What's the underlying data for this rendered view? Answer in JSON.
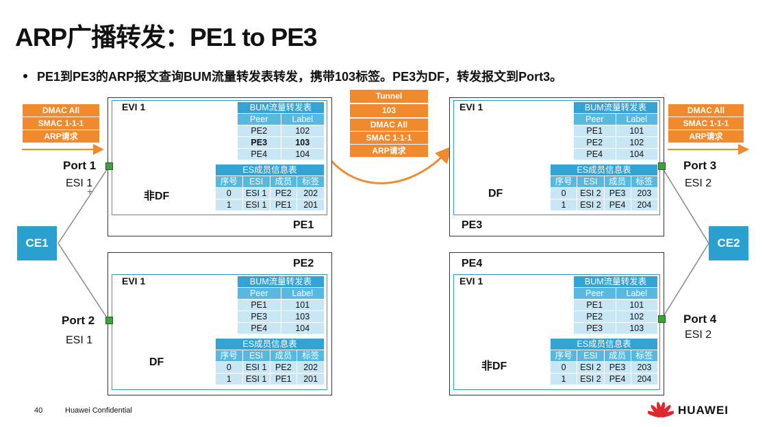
{
  "title": "ARP广播转发：PE1 to PE3",
  "bullet": "PE1到PE3的ARP报文查询BUM流量转发表转发，携带103标签。PE3为DF，转发报文到Port3。",
  "colors": {
    "accent_orange": "#F08A2C",
    "table_header": "#33A3D3",
    "table_cell": "#C8E6F4",
    "ce_box": "#2AA0D0"
  },
  "left_packet": {
    "dmac": "DMAC All",
    "smac": "SMAC 1-1-1",
    "type": "ARP请求"
  },
  "right_packet": {
    "dmac": "DMAC All",
    "smac": "SMAC 1-1-1",
    "type": "ARP请求"
  },
  "tunnel_packet": {
    "tunnel": "Tunnel",
    "label": "103",
    "dmac": "DMAC All",
    "smac": "SMAC 1-1-1",
    "type": "ARP请求"
  },
  "ce1": "CE1",
  "ce2": "CE2",
  "ports": {
    "p1": {
      "name": "Port 1",
      "esi": "ESI 1"
    },
    "p2": {
      "name": "Port 2",
      "esi": "ESI 1"
    },
    "p3": {
      "name": "Port 3",
      "esi": "ESI 2"
    },
    "p4": {
      "name": "Port 4",
      "esi": "ESI 2"
    }
  },
  "bum_header": {
    "title": "BUM流量转发表",
    "peer": "Peer",
    "label": "Label"
  },
  "es_header": {
    "title": "ES成员信息表",
    "seq": "序号",
    "esi": "ESI",
    "member": "成员",
    "tag": "标签"
  },
  "pe1": {
    "name": "PE1",
    "evi": "EVI 1",
    "df": "非DF",
    "bum": [
      {
        "peer": "PE2",
        "label": "102"
      },
      {
        "peer": "PE3",
        "label": "103"
      },
      {
        "peer": "PE4",
        "label": "104"
      }
    ],
    "es": [
      {
        "seq": "0",
        "esi": "ESI 1",
        "member": "PE2",
        "tag": "202"
      },
      {
        "seq": "1",
        "esi": "ESI 1",
        "member": "PE1",
        "tag": "201"
      }
    ]
  },
  "pe2": {
    "name": "PE2",
    "evi": "EVI 1",
    "df": "DF",
    "bum": [
      {
        "peer": "PE1",
        "label": "101"
      },
      {
        "peer": "PE3",
        "label": "103"
      },
      {
        "peer": "PE4",
        "label": "104"
      }
    ],
    "es": [
      {
        "seq": "0",
        "esi": "ESI 1",
        "member": "PE2",
        "tag": "202"
      },
      {
        "seq": "1",
        "esi": "ESI 1",
        "member": "PE1",
        "tag": "201"
      }
    ]
  },
  "pe3": {
    "name": "PE3",
    "evi": "EVI 1",
    "df": "DF",
    "bum": [
      {
        "peer": "PE1",
        "label": "101"
      },
      {
        "peer": "PE2",
        "label": "102"
      },
      {
        "peer": "PE4",
        "label": "104"
      }
    ],
    "es": [
      {
        "seq": "0",
        "esi": "ESI 2",
        "member": "PE3",
        "tag": "203"
      },
      {
        "seq": "1",
        "esi": "ESI 2",
        "member": "PE4",
        "tag": "204"
      }
    ]
  },
  "pe4": {
    "name": "PE4",
    "evi": "EVI 1",
    "df": "非DF",
    "bum": [
      {
        "peer": "PE1",
        "label": "101"
      },
      {
        "peer": "PE2",
        "label": "102"
      },
      {
        "peer": "PE3",
        "label": "103"
      }
    ],
    "es": [
      {
        "seq": "0",
        "esi": "ESI 2",
        "member": "PE3",
        "tag": "203"
      },
      {
        "seq": "1",
        "esi": "ESI 2",
        "member": "PE4",
        "tag": "204"
      }
    ]
  },
  "footer": {
    "page": "40",
    "confidential": "Huawei Confidential",
    "brand": "HUAWEI",
    "logo_icon": "huawei-petal-logo-icon"
  }
}
